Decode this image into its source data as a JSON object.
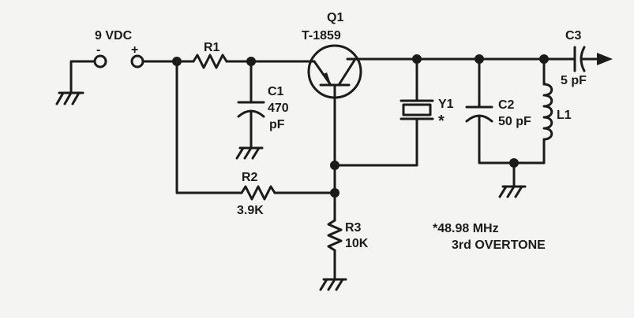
{
  "labels": {
    "supply_voltage": "9 VDC",
    "minus": "-",
    "plus": "+",
    "q1_ref": "Q1",
    "q1_part": "T-1859",
    "r1": "R1",
    "c1": "C1",
    "c1_value": "470",
    "c1_unit": "pF",
    "y1": "Y1",
    "y1_marker": "*",
    "c2": "C2",
    "c2_value": "50 pF",
    "l1": "L1",
    "c3": "C3",
    "c3_value": "5 pF",
    "r2": "R2",
    "r2_value": "3.9K",
    "r3": "R3",
    "r3_value": "10K",
    "note_frequency": "*48.98 MHz",
    "note_mode": "3rd OVERTONE"
  }
}
